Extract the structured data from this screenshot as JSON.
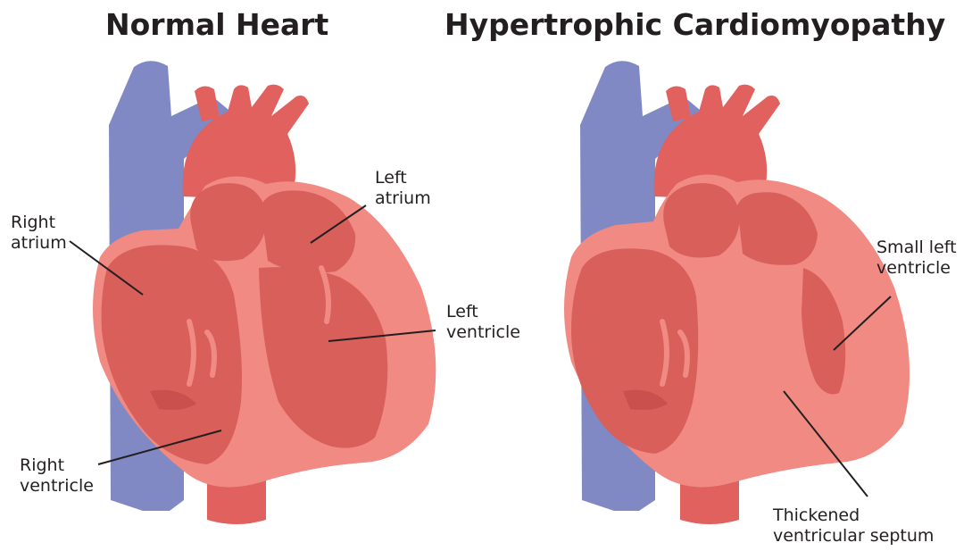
{
  "titles": {
    "normal": "Normal Heart",
    "hcm": "Hypertrophic Cardiomyopathy"
  },
  "labels": {
    "right_atrium": [
      "Right",
      "atrium"
    ],
    "left_atrium": [
      "Left",
      "atrium"
    ],
    "left_ventricle": [
      "Left",
      "ventricle"
    ],
    "right_ventricle": [
      "Right",
      "ventricle"
    ],
    "small_left_ventricle": [
      "Small left",
      "ventricle"
    ],
    "thickened_septum": [
      "Thickened",
      "ventricular septum"
    ]
  },
  "colors": {
    "wall": "#f08a82",
    "chamber": "#d95f5a",
    "chamber_dark": "#c9504d",
    "vessel_red": "#e0615d",
    "vein_blue": "#8189c4",
    "text": "#231f20"
  }
}
